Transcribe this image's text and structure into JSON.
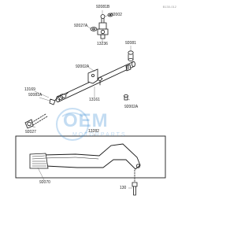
{
  "diagram": {
    "ref_code": "B130-012",
    "watermark": {
      "logo": "OEM",
      "tagline": "MOTORPARTS"
    },
    "part_labels": [
      {
        "id": "92081B",
        "text": "92081B"
      },
      {
        "id": "92002-top",
        "text": "92002"
      },
      {
        "id": "92027A",
        "text": "92027A"
      },
      {
        "id": "13236",
        "text": "13236"
      },
      {
        "id": "92081",
        "text": "92081"
      },
      {
        "id": "92002A-upper",
        "text": "92002A"
      },
      {
        "id": "13169",
        "text": "13169"
      },
      {
        "id": "92081A",
        "text": "92081A"
      },
      {
        "id": "13161",
        "text": "13161"
      },
      {
        "id": "92002A-lower",
        "text": "92002A"
      },
      {
        "id": "92027",
        "text": "92027"
      },
      {
        "id": "13282",
        "text": "13282"
      },
      {
        "id": "92070",
        "text": "92070"
      },
      {
        "id": "130",
        "text": "130"
      }
    ]
  }
}
